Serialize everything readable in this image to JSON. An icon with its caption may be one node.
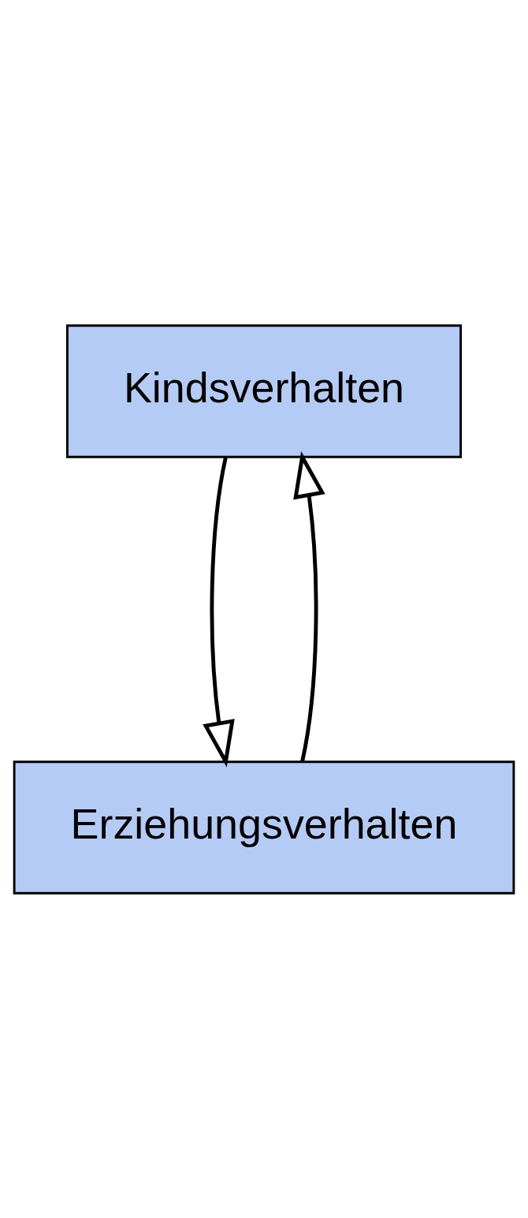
{
  "diagram": {
    "nodes": [
      {
        "text": [
          "Kindsverhalten"
        ]
      },
      {
        "text": [
          "Erziehungsverhalten"
        ]
      }
    ],
    "edges": [
      {
        "from": 1,
        "to": 0,
        "arrow": "to"
      },
      {
        "from": 0,
        "to": 1,
        "arrow": "to"
      }
    ]
  }
}
